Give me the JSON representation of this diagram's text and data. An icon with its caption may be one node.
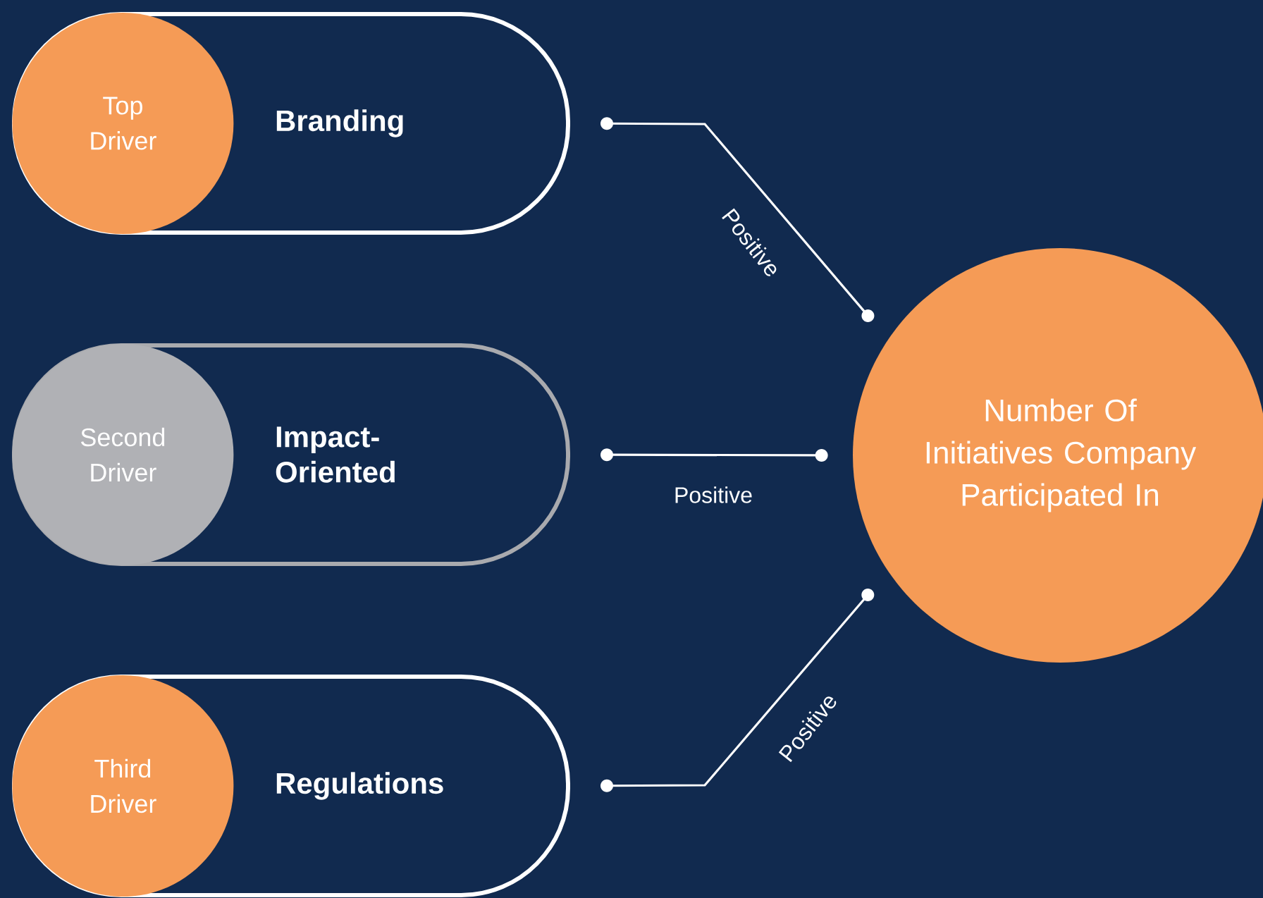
{
  "diagram": {
    "nodes": [
      {
        "text": [
          "Branding"
        ]
      },
      {
        "text": [
          "Top Driver"
        ],
        "in": 0
      },
      {
        "text": [
          "Impact-Oriented"
        ]
      },
      {
        "text": [
          "Second Driver"
        ],
        "in": 2
      },
      {
        "text": [
          "Regulations"
        ]
      },
      {
        "text": [
          "Third Driver"
        ],
        "in": 4
      },
      {
        "text": [
          "Number Of Initiatives Company Participated In"
        ]
      }
    ],
    "edges": [
      {
        "from": 0,
        "to": 6,
        "arrow": "other",
        "label": "Positive"
      },
      {
        "from": 2,
        "to": 6,
        "arrow": "other",
        "label": "Positive"
      },
      {
        "from": 4,
        "to": 6,
        "arrow": "other",
        "label": "Positive"
      }
    ]
  }
}
